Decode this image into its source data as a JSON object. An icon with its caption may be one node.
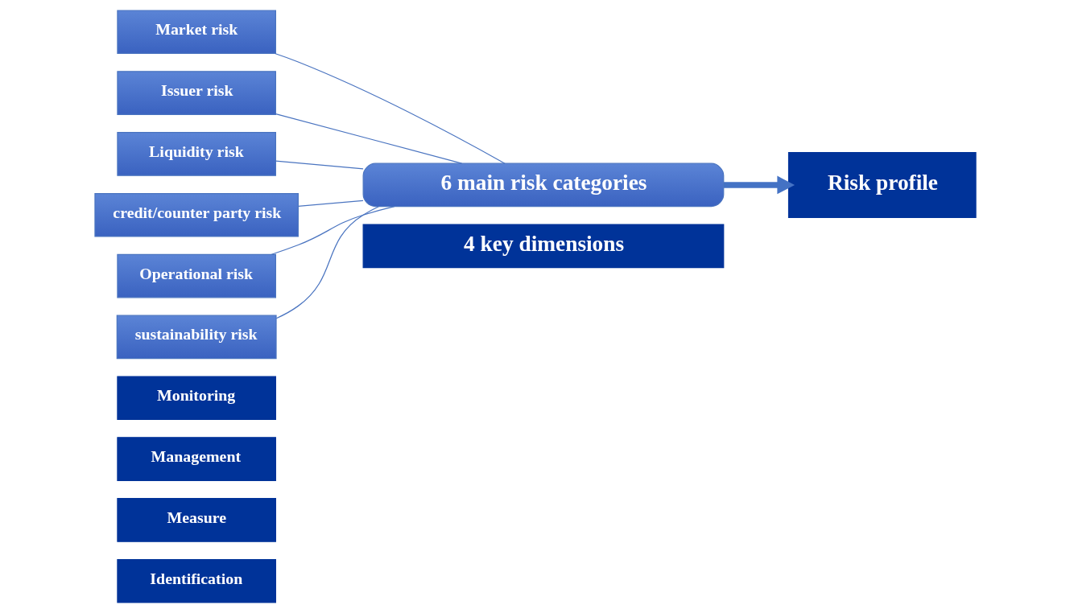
{
  "diagram": {
    "nodes": [
      {
        "text": [
          "Identification"
        ]
      },
      {
        "text": [
          "Measure"
        ]
      },
      {
        "text": [
          "Management"
        ]
      },
      {
        "text": [
          "Monitoring"
        ]
      },
      {
        "text": [
          "4 key dimensions"
        ]
      },
      {
        "text": [
          "Market risk"
        ]
      },
      {
        "text": [
          "Issuer risk"
        ]
      },
      {
        "text": [
          "Liquidity risk"
        ]
      },
      {
        "text": [
          "credit/counter party risk"
        ]
      },
      {
        "text": [
          "Operational risk"
        ]
      },
      {
        "text": [
          "sustainability risk"
        ]
      },
      {
        "text": [
          "6 main risk categories"
        ]
      },
      {
        "text": [
          "Risk profile"
        ]
      }
    ],
    "edges": [
      {
        "from": 5,
        "to": 11,
        "arrow": "none"
      },
      {
        "from": 6,
        "to": 11,
        "arrow": "none"
      },
      {
        "from": 7,
        "to": 11,
        "arrow": "none"
      },
      {
        "from": 8,
        "to": 11,
        "arrow": "none"
      },
      {
        "from": 9,
        "to": 11,
        "arrow": "none"
      },
      {
        "from": 10,
        "to": 11,
        "arrow": "none"
      },
      {
        "from": 11,
        "to": 12,
        "arrow": "to",
        "style": "thick",
        "color": "#4472c4"
      }
    ]
  }
}
